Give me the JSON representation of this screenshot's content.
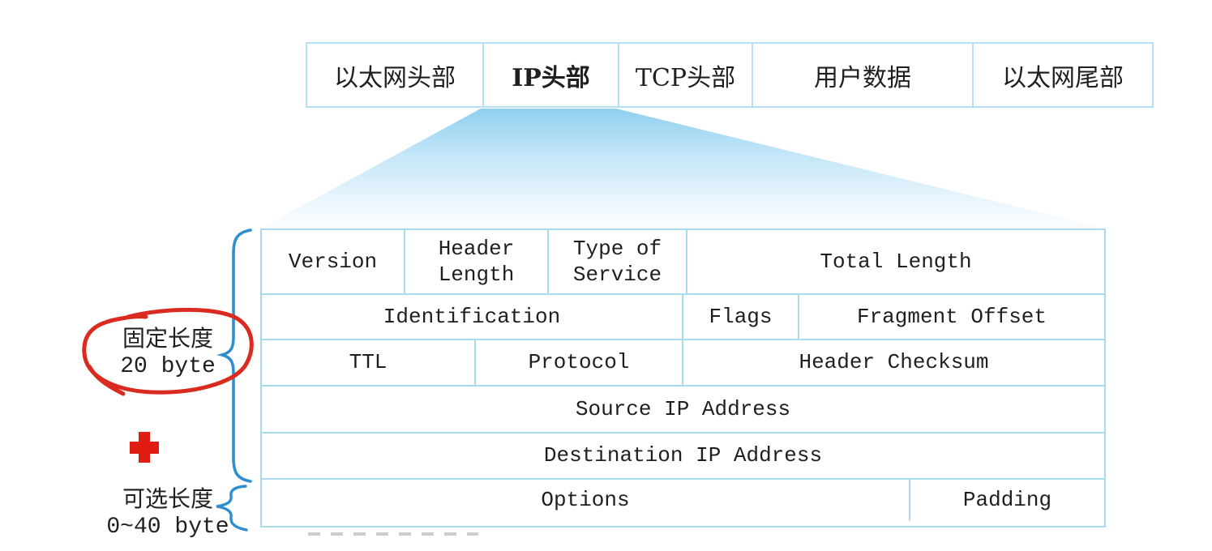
{
  "frame": {
    "cells": [
      {
        "label": "以太网头部"
      },
      {
        "label": "IP头部"
      },
      {
        "label": "TCP头部"
      },
      {
        "label": "用户数据"
      },
      {
        "label": "以太网尾部"
      }
    ]
  },
  "ip": {
    "rows": [
      {
        "cells": [
          {
            "label": "Version"
          },
          {
            "label": "Header Length"
          },
          {
            "label": "Type of Service"
          },
          {
            "label": "Total Length"
          }
        ]
      },
      {
        "cells": [
          {
            "label": "Identification"
          },
          {
            "label": "Flags"
          },
          {
            "label": "Fragment Offset"
          }
        ]
      },
      {
        "cells": [
          {
            "label": "TTL"
          },
          {
            "label": "Protocol"
          },
          {
            "label": "Header Checksum"
          }
        ]
      },
      {
        "cells": [
          {
            "label": "Source IP Address"
          }
        ]
      },
      {
        "cells": [
          {
            "label": "Destination IP Address"
          }
        ]
      },
      {
        "cells": [
          {
            "label": "Options"
          },
          {
            "label": "Padding"
          }
        ]
      }
    ]
  },
  "annotations": {
    "fixed_length_line1": "固定长度",
    "fixed_length_line2": "20 byte",
    "optional_length_line1": "可选长度",
    "optional_length_line2": "0~40 byte"
  },
  "icons": {
    "red_plus": "red-plus-cross",
    "red_circle": "hand-drawn-red-ellipse",
    "brace_fixed": "left-curly-brace-large",
    "brace_optional": "left-curly-brace-small",
    "funnel": "expansion-funnel"
  },
  "colors": {
    "table_border_light": "#b5e1f2",
    "table_border": "#a9dbee",
    "brace_blue": "#2e8fd0",
    "annotation_red": "#d92b1f",
    "cross_red": "#e01d10",
    "funnel_top": "#8ccfef",
    "text": "#1f1f1f"
  }
}
